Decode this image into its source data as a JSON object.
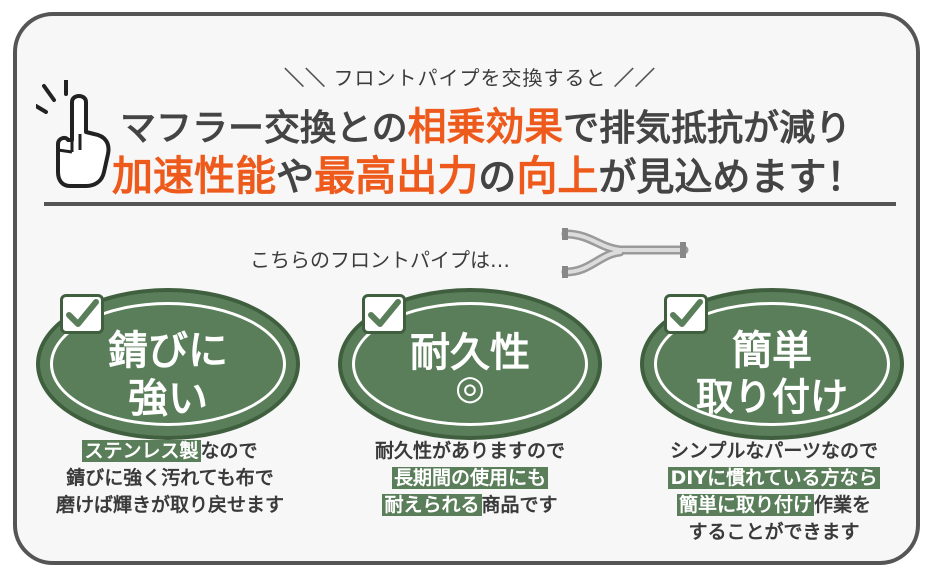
{
  "kicker": "フロントパイプを交換すると",
  "headline1": {
    "pre": "マフラー交換との",
    "em": "相乗効果",
    "post": "で排気抵抗が減り"
  },
  "headline2": {
    "em1": "加速性能",
    "mid1": "や",
    "em2": "最高出力",
    "mid2": "の",
    "em3": "向上",
    "post": "が見込めます！"
  },
  "intro": "こちらのフロントパイプは…",
  "features": [
    {
      "line1": "錆びに",
      "line2": "強い",
      "desc": [
        {
          "hl": "ステンレス製",
          "rest": "なので"
        },
        {
          "hl": "",
          "rest": "錆びに強く汚れても布で"
        },
        {
          "hl": "",
          "rest": "磨けば輝きが取り戻せます"
        }
      ]
    },
    {
      "line1": "耐久性",
      "line2": "◎",
      "desc": [
        {
          "hl": "",
          "rest": "耐久性がありますので"
        },
        {
          "hl": "長期間の使用にも",
          "rest": ""
        },
        {
          "hl": "耐えられる",
          "rest": "商品です"
        }
      ]
    },
    {
      "line1": "簡単",
      "line2": "取り付け",
      "desc": [
        {
          "hl": "",
          "rest": "シンプルなパーツなので"
        },
        {
          "hl": "DIYに慣れている方なら",
          "rest": ""
        },
        {
          "hl": "簡単に取り付け",
          "rest": "作業を"
        },
        {
          "hl": "",
          "rest": "することができます"
        }
      ]
    }
  ],
  "colors": {
    "accent": "#ee5a1c",
    "green": "#5a7e5a",
    "border": "#555555"
  }
}
